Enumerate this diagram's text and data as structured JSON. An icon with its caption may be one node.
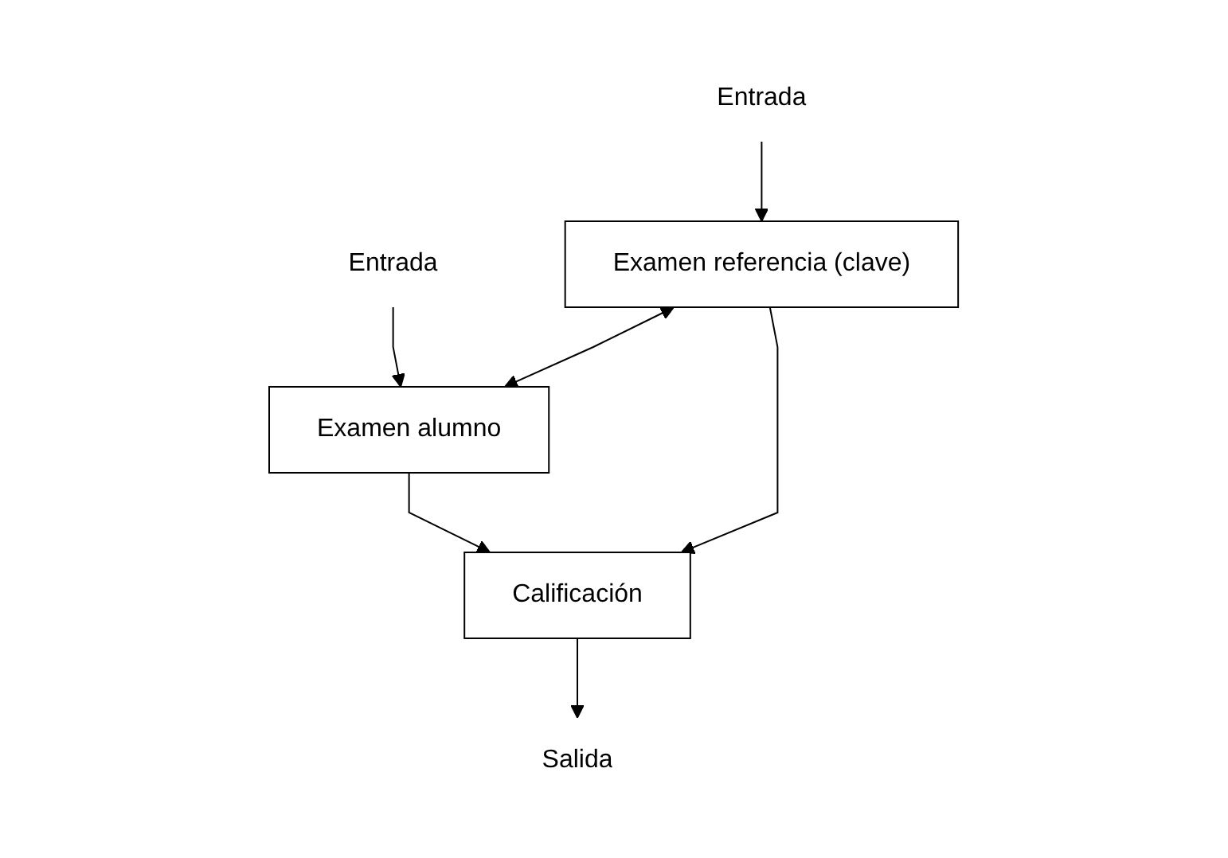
{
  "diagram": {
    "nodes": [
      {
        "text": [
          "Entrada"
        ]
      },
      {
        "text": [
          "Entrada"
        ]
      },
      {
        "text": [
          "Examen referencia (clave)"
        ]
      },
      {
        "text": [
          "Examen alumno"
        ]
      },
      {
        "text": [
          "Calificación"
        ]
      },
      {
        "text": [
          "Salida"
        ]
      }
    ],
    "edges": [
      {
        "from": 0,
        "to": 2,
        "arrow": "to"
      },
      {
        "from": 1,
        "to": 3,
        "arrow": "to"
      },
      {
        "from": 2,
        "to": 3,
        "arrow": "both"
      },
      {
        "from": 2,
        "to": 4,
        "arrow": "to"
      },
      {
        "from": 3,
        "to": 4,
        "arrow": "to"
      },
      {
        "from": 4,
        "to": 5,
        "arrow": "to"
      }
    ]
  }
}
